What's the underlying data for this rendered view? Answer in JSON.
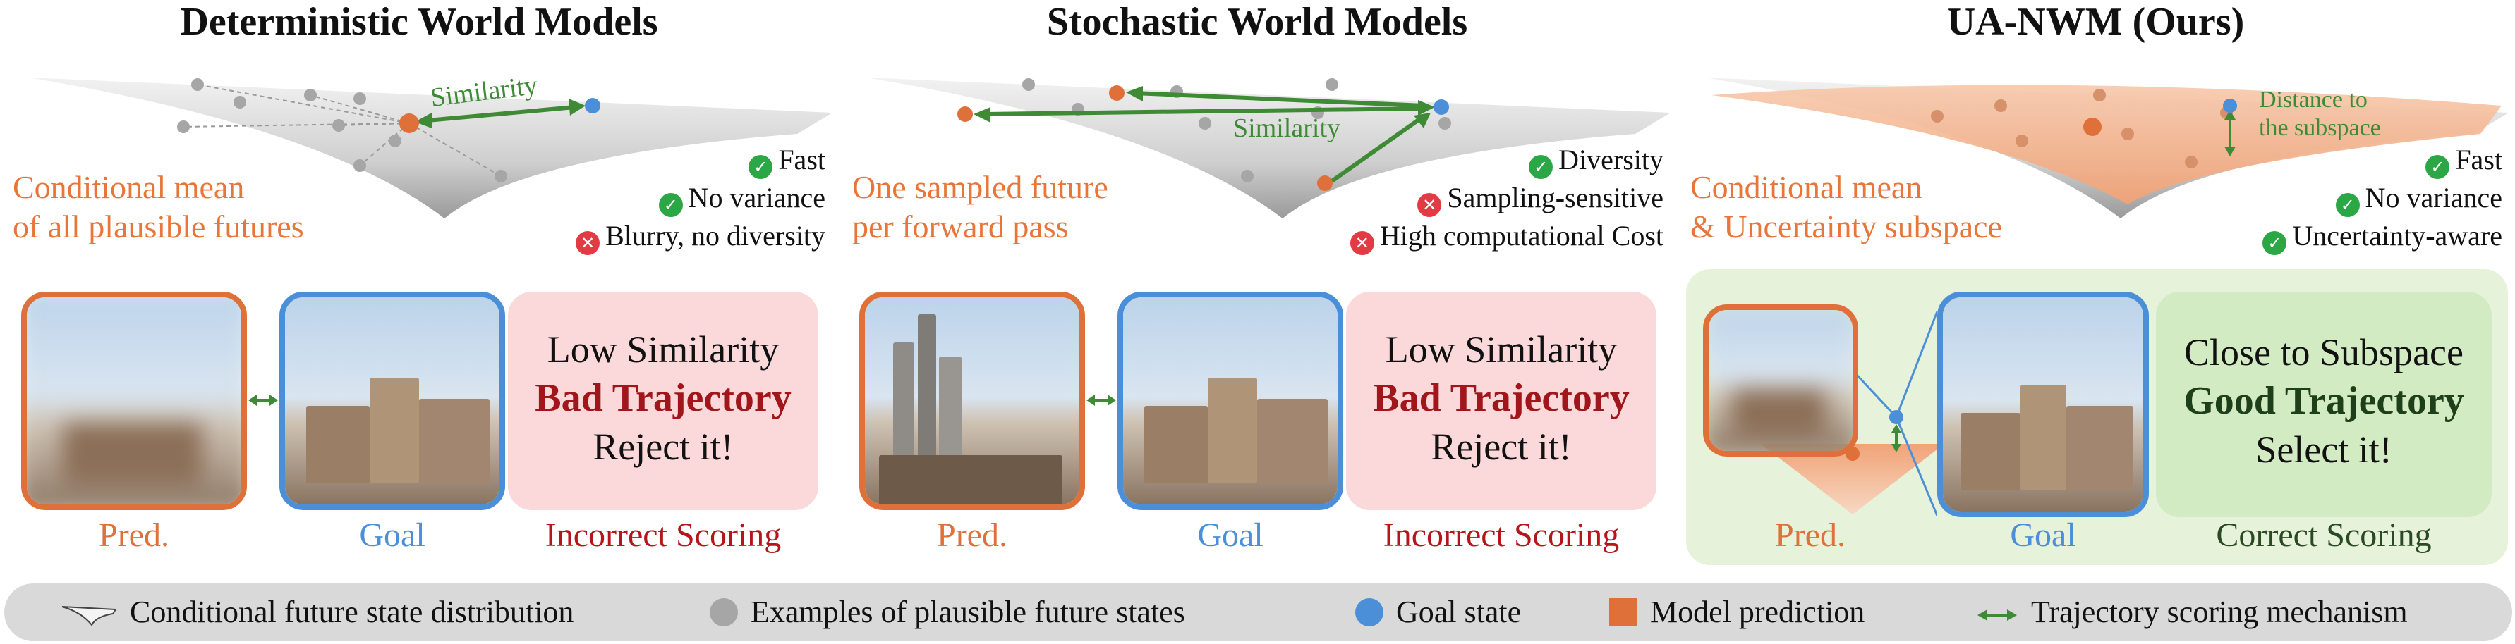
{
  "panels": {
    "deterministic": {
      "title": "Deterministic World Models",
      "surface_label": "Similarity",
      "desc_line1": "Conditional mean",
      "desc_line2": "of all plausible futures",
      "checks": [
        {
          "ok": true,
          "text": "Fast"
        },
        {
          "ok": true,
          "text": "No variance"
        },
        {
          "ok": false,
          "text": "Blurry, no diversity"
        }
      ],
      "verdict": {
        "line1": "Low Similarity",
        "line2": "Bad Trajectory",
        "line3": "Reject it!"
      },
      "captions": {
        "pred": "Pred.",
        "goal": "Goal",
        "scoring": "Incorrect Scoring"
      }
    },
    "stochastic": {
      "title": "Stochastic World Models",
      "surface_label": "Similarity",
      "desc_line1": "One sampled future",
      "desc_line2": "per forward pass",
      "checks": [
        {
          "ok": true,
          "text": "Diversity"
        },
        {
          "ok": false,
          "text": "Sampling-sensitive"
        },
        {
          "ok": false,
          "text": "High computational Cost"
        }
      ],
      "verdict": {
        "line1": "Low Similarity",
        "line2": "Bad Trajectory",
        "line3": "Reject it!"
      },
      "captions": {
        "pred": "Pred.",
        "goal": "Goal",
        "scoring": "Incorrect Scoring"
      }
    },
    "ua_nwm": {
      "title": "UA-NWM (Ours)",
      "surface_label_line1": "Distance to",
      "surface_label_line2": "the subspace",
      "desc_line1": "Conditional mean",
      "desc_line2": "& Uncertainty subspace",
      "checks": [
        {
          "ok": true,
          "text": "Fast"
        },
        {
          "ok": true,
          "text": "No variance"
        },
        {
          "ok": true,
          "text": "Uncertainty-aware"
        }
      ],
      "verdict": {
        "line1": "Close to Subspace",
        "line2": "Good Trajectory",
        "line3": "Select it!"
      },
      "captions": {
        "pred": "Pred.",
        "goal": "Goal",
        "scoring": "Correct Scoring"
      }
    }
  },
  "legend": {
    "surface": "Conditional future state distribution",
    "examples": "Examples of plausible future states",
    "goal": "Goal state",
    "prediction": "Model prediction",
    "scoring": "Trajectory scoring mechanism"
  },
  "colors": {
    "prediction": "#e0703a",
    "goal": "#4a8fd8",
    "examples": "#a6a6a6",
    "scoring_arrow": "#3f8a35",
    "ok": "#2ba845",
    "bad": "#e23b44"
  }
}
